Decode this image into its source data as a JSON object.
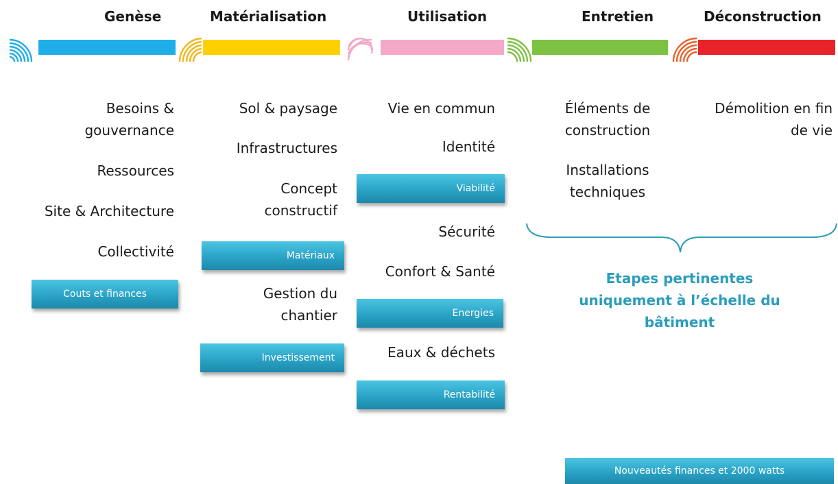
{
  "phases": [
    {
      "title": "Genèse",
      "color": "#1faee8"
    },
    {
      "title": "Matérialisation",
      "color": "#ffd000"
    },
    {
      "title": "Utilisation",
      "color": "#f4a9c8"
    },
    {
      "title": "Entretien",
      "color": "#7dc242"
    },
    {
      "title": "Déconstruction",
      "color": "#e8232a"
    }
  ],
  "wave_icons": [
    "blue-signal",
    "yellow-signal",
    "pink-signal",
    "green-signal",
    "orange-signal"
  ],
  "genese": {
    "items": [
      "Besoins &",
      "gouvernance",
      "Ressources",
      "Site & Architecture",
      "Collectivité"
    ],
    "tag": "Couts et finances"
  },
  "materialisation": {
    "items": [
      "Sol & paysage",
      "Infrastructures",
      "Concept",
      "constructif",
      "Gestion du",
      "chantier"
    ],
    "tags": [
      "Matériaux",
      "Investissement"
    ]
  },
  "utilisation": {
    "items": [
      "Vie en commun",
      "Identité",
      "Sécurité",
      "Confort & Santé",
      "Eaux & déchets"
    ],
    "tags": [
      "Viabilité",
      "Energies",
      "Rentabilité"
    ]
  },
  "entretien": {
    "items": [
      "Éléments de",
      "construction",
      "Installations",
      "techniques"
    ]
  },
  "deconstruction": {
    "items": [
      "Démolition en fin",
      "de vie"
    ]
  },
  "note": {
    "lines": [
      "Etapes pertinentes",
      "uniquement à l’échelle du",
      "bâtiment"
    ]
  },
  "footer_tag": "Nouveautés  finances et 2000 watts",
  "accent_color": "#2b9cbc"
}
